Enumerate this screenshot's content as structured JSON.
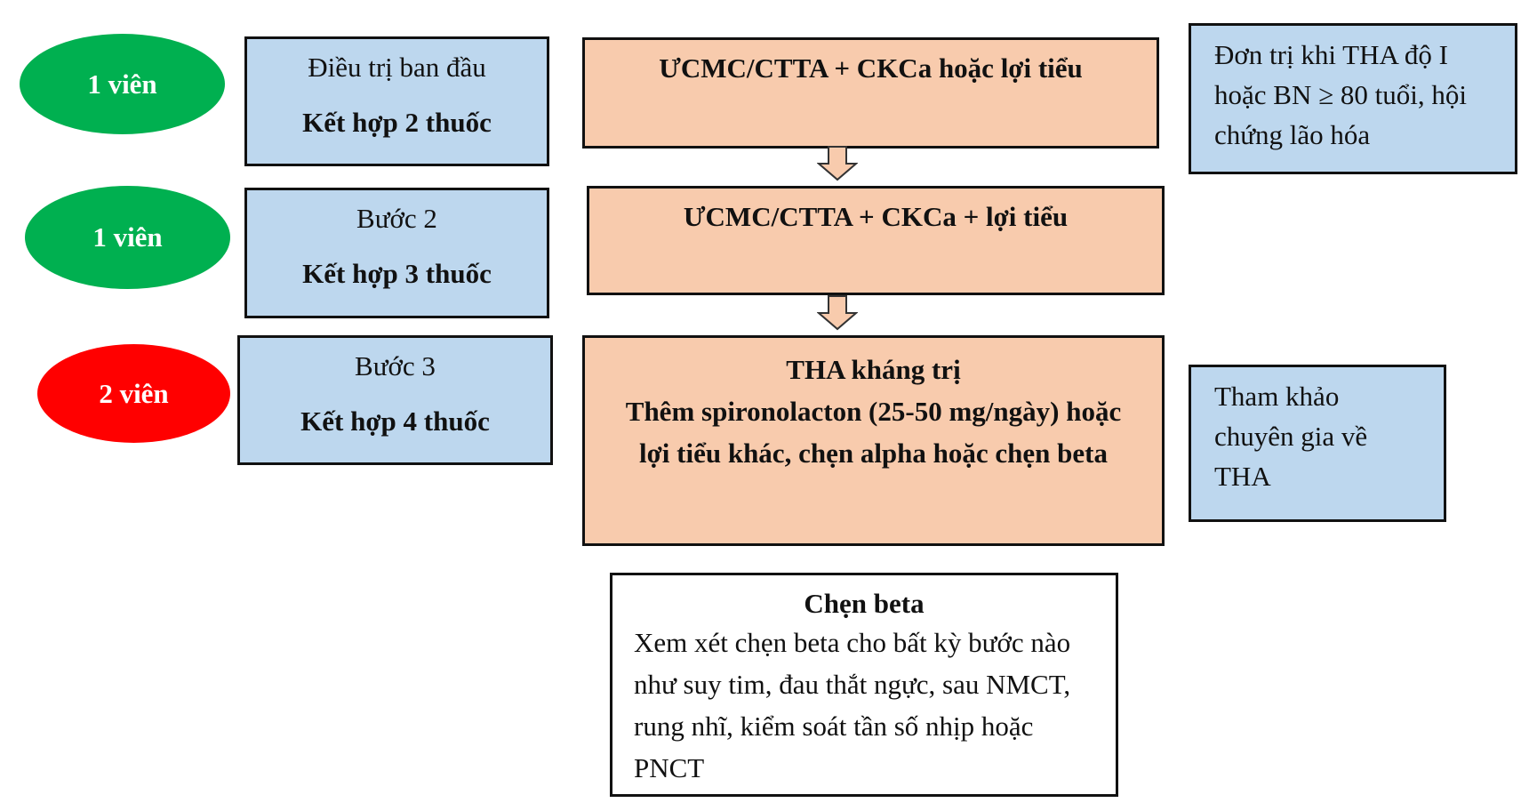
{
  "colors": {
    "green": "#00b050",
    "red": "#ff0000",
    "blue": "#bdd7ee",
    "orange": "#f8cbad"
  },
  "rows": [
    {
      "pill": "1 viên",
      "step": "Điều trị ban đầu",
      "combo": "Kết hợp 2 thuốc",
      "regimen": "ƯCMC/CTTA + CKCa hoặc lợi tiểu"
    },
    {
      "pill": "1 viên",
      "step": "Bước 2",
      "combo": "Kết hợp 3 thuốc",
      "regimen": "ƯCMC/CTTA + CKCa + lợi tiểu"
    },
    {
      "pill": "2 viên",
      "step": "Bước 3",
      "combo": "Kết hợp 4 thuốc",
      "regimen_title": "THA kháng trị",
      "regimen": "Thêm spironolacton (25-50 mg/ngày) hoặc lợi tiểu khác, chẹn alpha hoặc chẹn beta"
    }
  ],
  "notes": {
    "monotherapy": "Đơn trị khi THA độ I hoặc BN ≥ 80 tuổi, hội chứng lão hóa",
    "expert": "Tham khảo chuyên gia về THA"
  },
  "beta": {
    "title": "Chẹn beta",
    "text": "Xem xét chẹn beta cho bất kỳ bước nào như suy tim, đau thắt ngực, sau NMCT, rung nhĩ, kiểm soát tần số nhịp hoặc PNCT"
  }
}
